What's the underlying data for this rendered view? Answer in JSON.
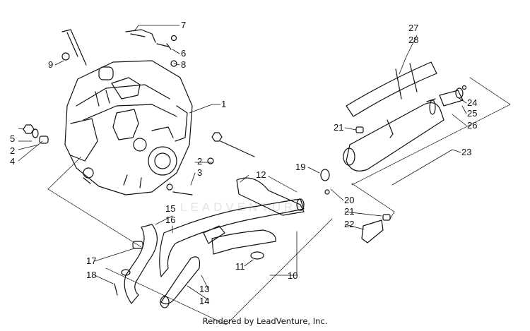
{
  "footer": "Rendered by LeadVenture, Inc.",
  "watermark": "LEADVENTURE",
  "callouts": [
    "1",
    "2",
    "2",
    "3",
    "4",
    "5",
    "6",
    "7",
    "8",
    "9",
    "10",
    "11",
    "12",
    "13",
    "14",
    "15",
    "16",
    "17",
    "18",
    "19",
    "20",
    "21",
    "21",
    "22",
    "23",
    "24",
    "25",
    "26",
    "27",
    "28"
  ]
}
